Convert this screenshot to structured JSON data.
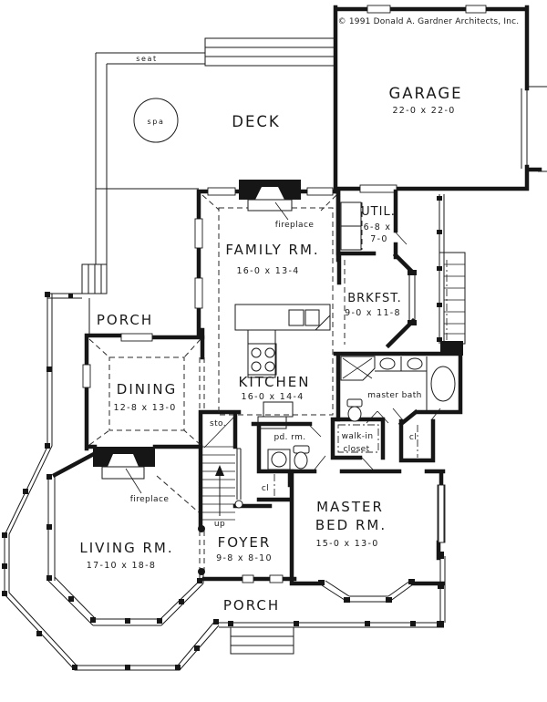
{
  "copyright": "© 1991 Donald A. Gardner Architects, Inc.",
  "labels": {
    "seat": "seat",
    "spa": "spa",
    "deck": "DECK",
    "garage": {
      "name": "GARAGE",
      "dims": "22-0 x 22-0"
    },
    "family": {
      "name": "FAMILY RM.",
      "dims": "16-0 x 13-4",
      "fireplace": "fireplace"
    },
    "util": {
      "name": "UTIL.",
      "dims1": "6-8 x",
      "dims2": "7-0"
    },
    "brkfst": {
      "name": "BRKFST.",
      "dims": "9-0 x 11-8"
    },
    "porch_upper": "PORCH",
    "porch_lower": "PORCH",
    "dining": {
      "name": "DINING",
      "dims": "12-8 x 13-0"
    },
    "kitchen": {
      "name": "KITCHEN",
      "dims": "16-0 x 14-4"
    },
    "master_bath": "master bath",
    "sto": "sto.",
    "pd_rm": "pd. rm.",
    "walk_in": {
      "line1": "walk-in",
      "line2": "closet"
    },
    "cl_hall": "cl",
    "cl_bed": "cl",
    "living": {
      "name": "LIVING RM.",
      "dims": "17-10 x 18-8",
      "fireplace": "fireplace"
    },
    "up": "up",
    "foyer": {
      "name": "FOYER",
      "dims": "9-8 x 8-10"
    },
    "master_bed": {
      "line1": "MASTER",
      "line2": "BED RM.",
      "dims": "15-0 x 13-0"
    }
  }
}
